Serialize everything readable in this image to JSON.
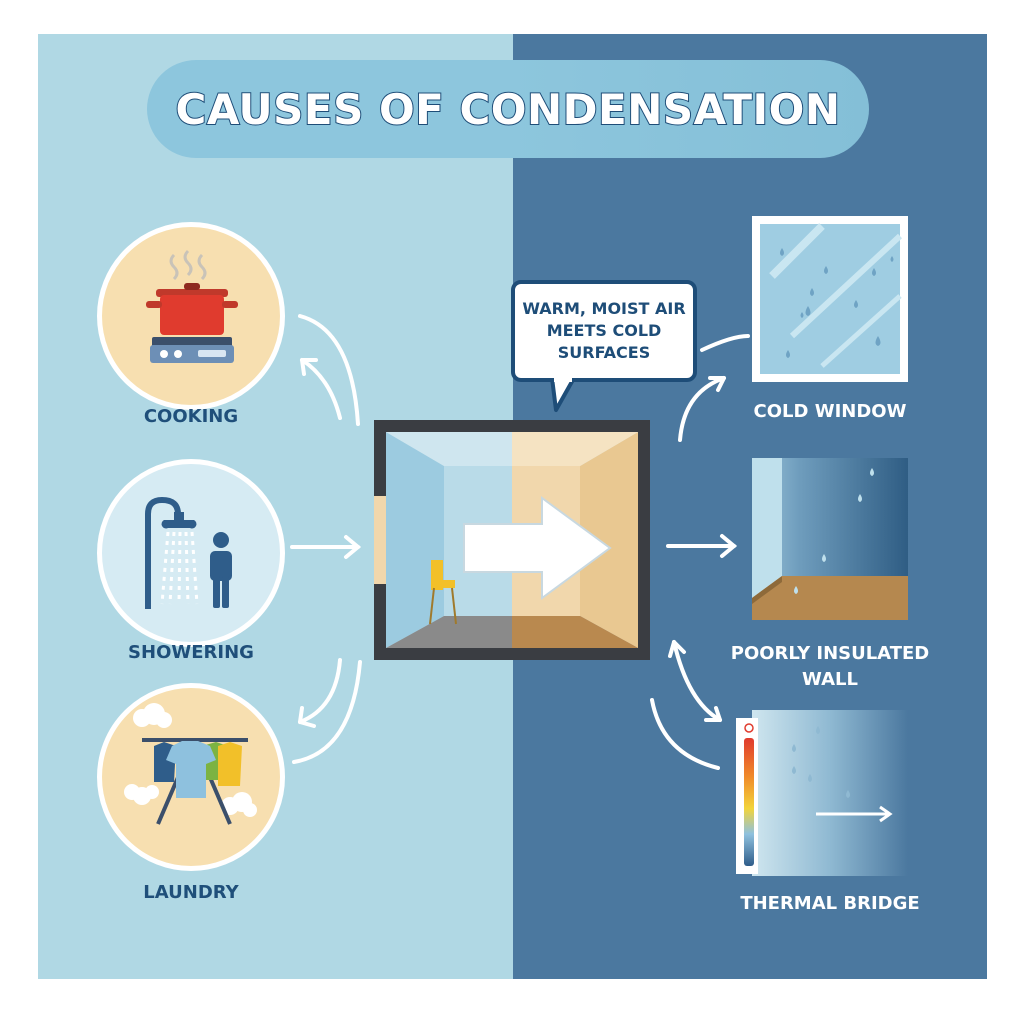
{
  "title": "CAUSES OF CONDENSATION",
  "colors": {
    "left_panel": "#b0d8e4",
    "right_panel": "#4b789f",
    "title_pill": "#8dc6dd",
    "dark_blue_text": "#1e4d78",
    "circle_fill_warm": "#f7dfb0",
    "circle_fill_cool": "#d6ebf3"
  },
  "sources": [
    {
      "label": "COOKING",
      "icon": "cooking-pot-icon"
    },
    {
      "label": "SHOWERING",
      "icon": "shower-person-icon"
    },
    {
      "label": "LAUNDRY",
      "icon": "laundry-rack-icon"
    }
  ],
  "center": {
    "callout": "WARM, MOIST AIR MEETS COLD SURFACES",
    "icon": "room-with-arrow-icon"
  },
  "surfaces": [
    {
      "label": "COLD WINDOW",
      "icon": "wet-window-icon"
    },
    {
      "label": "POORLY INSULATED WALL",
      "icon": "damp-wall-icon"
    },
    {
      "label": "THERMAL BRIDGE",
      "icon": "thermal-bridge-icon"
    }
  ]
}
